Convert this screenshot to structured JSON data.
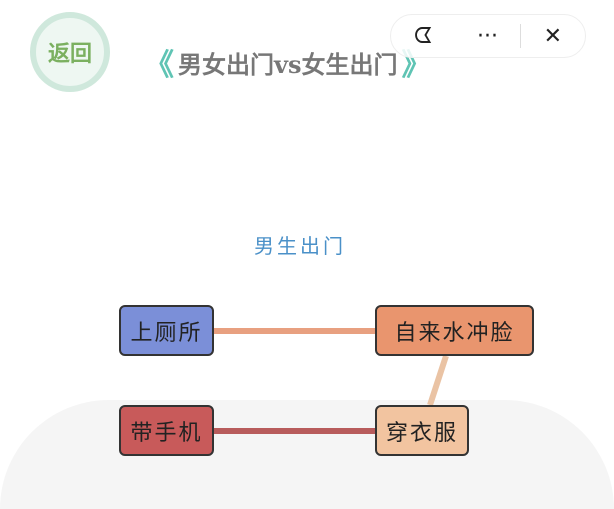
{
  "header": {
    "back_label": "返回",
    "title": "男女出门vs女生出门",
    "left_chevron": "《",
    "right_chevron": "》"
  },
  "capsule": {
    "game_icon": "pacman-icon",
    "more": "···",
    "close": "✕"
  },
  "subtitle": "男生出门",
  "nodes": [
    {
      "label": "上厕所",
      "color": "#7b8fd8"
    },
    {
      "label": "自来水冲脸",
      "color": "#e9956e"
    },
    {
      "label": "带手机",
      "color": "#c85a5a"
    },
    {
      "label": "穿衣服",
      "color": "#f2c4a0"
    }
  ],
  "links": [
    {
      "from": "上厕所",
      "to": "自来水冲脸",
      "color": "#e8a080"
    },
    {
      "from": "自来水冲脸",
      "to": "穿衣服",
      "color": "#eac3a4"
    },
    {
      "from": "带手机",
      "to": "穿衣服",
      "color": "#b85c5c"
    }
  ]
}
